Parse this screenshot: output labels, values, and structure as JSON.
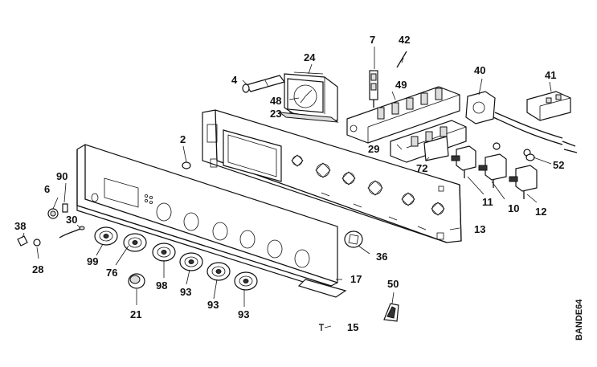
{
  "diagram": {
    "code_label": "BANDE64",
    "callouts": [
      {
        "id": "c2",
        "text": "2"
      },
      {
        "id": "c4",
        "text": "4"
      },
      {
        "id": "c6",
        "text": "6"
      },
      {
        "id": "c7",
        "text": "7"
      },
      {
        "id": "c10",
        "text": "10"
      },
      {
        "id": "c11",
        "text": "11"
      },
      {
        "id": "c12",
        "text": "12"
      },
      {
        "id": "c13",
        "text": "13"
      },
      {
        "id": "c15",
        "text": "15"
      },
      {
        "id": "c17",
        "text": "17"
      },
      {
        "id": "c21",
        "text": "21"
      },
      {
        "id": "c23",
        "text": "23"
      },
      {
        "id": "c24",
        "text": "24"
      },
      {
        "id": "c28",
        "text": "28"
      },
      {
        "id": "c29",
        "text": "29"
      },
      {
        "id": "c30",
        "text": "30"
      },
      {
        "id": "c36",
        "text": "36"
      },
      {
        "id": "c38",
        "text": "38"
      },
      {
        "id": "c40",
        "text": "40"
      },
      {
        "id": "c41",
        "text": "41"
      },
      {
        "id": "c42",
        "text": "42"
      },
      {
        "id": "c48",
        "text": "48"
      },
      {
        "id": "c49",
        "text": "49"
      },
      {
        "id": "c50",
        "text": "50"
      },
      {
        "id": "c52",
        "text": "52"
      },
      {
        "id": "c72",
        "text": "72"
      },
      {
        "id": "c76",
        "text": "76"
      },
      {
        "id": "c90",
        "text": "90"
      },
      {
        "id": "c93a",
        "text": "93"
      },
      {
        "id": "c93b",
        "text": "93"
      },
      {
        "id": "c93c",
        "text": "93"
      },
      {
        "id": "c98",
        "text": "98"
      },
      {
        "id": "c99",
        "text": "99"
      }
    ]
  }
}
